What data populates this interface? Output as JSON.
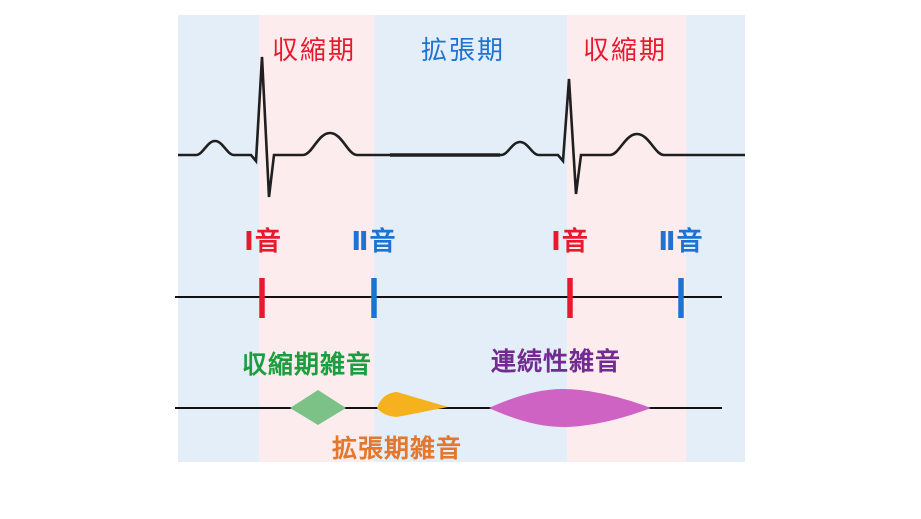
{
  "bands": {
    "diastole_bg": "#e4eef9",
    "systole_bg": "#fdecee"
  },
  "ecg": {
    "stroke_color": "#1f1f1f"
  },
  "phases": [
    {
      "label": "収縮期",
      "color": "#e8192d"
    },
    {
      "label": "拡張期",
      "color": "#1e73d2"
    },
    {
      "label": "収縮期",
      "color": "#e8192d"
    }
  ],
  "heart_sounds": [
    {
      "label": "Ⅰ音",
      "color": "#e8192d"
    },
    {
      "label": "Ⅱ音",
      "color": "#1e73d2"
    },
    {
      "label": "Ⅰ音",
      "color": "#e8192d"
    },
    {
      "label": "Ⅱ音",
      "color": "#1e73d2"
    }
  ],
  "murmurs": [
    {
      "label": "収縮期雑音",
      "text_color": "#1b9e3f",
      "shape_color": "#7cc287"
    },
    {
      "label": "拡張期雑音",
      "text_color": "#e2772e",
      "shape_color": "#f6b21e"
    },
    {
      "label": "連続性雑音",
      "text_color": "#722b8e",
      "shape_color": "#cf63c4"
    }
  ]
}
